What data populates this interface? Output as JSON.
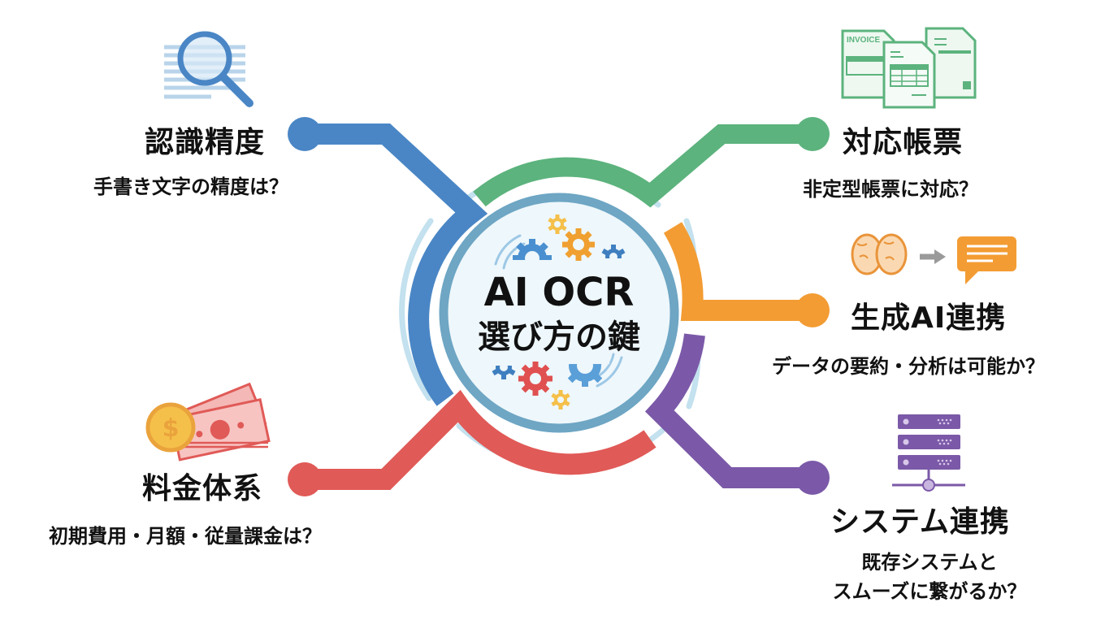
{
  "center": {
    "line1": "AI OCR",
    "line2": "選び方の鍵"
  },
  "nodes": [
    {
      "id": "recognition",
      "title": "認識精度",
      "question": "手書き文字の精度は？",
      "color": "#4a86c5",
      "icon": "magnifier-document-icon"
    },
    {
      "id": "forms",
      "title": "対応帳票",
      "question": "非定型帳票に対応？",
      "color": "#5cb37d",
      "icon": "invoice-documents-icon",
      "icon_text": "INVOICE"
    },
    {
      "id": "genai",
      "title": "生成AI連携",
      "question": "データの要約・分析は可能か？",
      "color": "#f39c33",
      "icon": "brain-to-chat-icon"
    },
    {
      "id": "pricing",
      "title": "料金体系",
      "question": "初期費用・月額・従量課金は？",
      "color": "#e05a57",
      "icon": "money-coin-icon",
      "coin_symbol": "$"
    },
    {
      "id": "system",
      "title": "システム連携",
      "question_line1": "既存システムと",
      "question_line2": "スムーズに繋がるか？",
      "color": "#7b59a8",
      "icon": "server-network-icon"
    }
  ],
  "colors": {
    "ring": "#6ea6c4",
    "inner_fill": "#eef7fb",
    "outer_arcs": "#c3e1ee",
    "gear_blue": "#4a90d0",
    "gear_orange": "#f0a030",
    "gear_red": "#e05050",
    "gear_yellow": "#f5c04a"
  }
}
